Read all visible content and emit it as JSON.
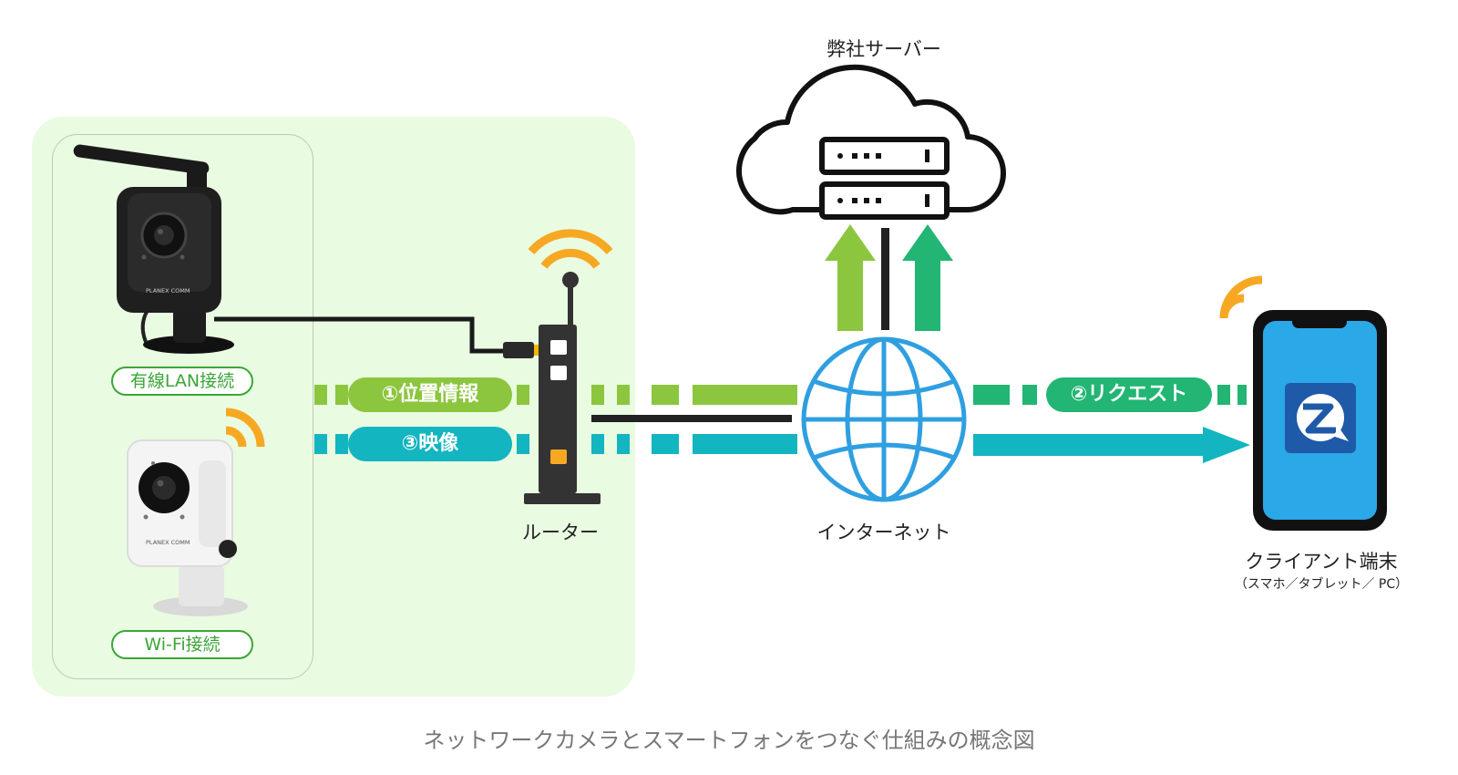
{
  "labels": {
    "wired": "有線LAN接続",
    "wifi": "Wi-Fi接続",
    "router": "ルーター",
    "internet": "インターネット",
    "server": "弊社サーバー",
    "client": "クライアント端末",
    "client_sub": "（スマホ／タブレット／ PC）",
    "caption": "ネットワークカメラとスマートフォンをつなぐ仕組みの概念図"
  },
  "flows": {
    "location": "①位置情報",
    "request": "②リクエスト",
    "video": "③映像"
  },
  "brand": {
    "camera_logo_1": "PLANEX COMM",
    "camera_logo_2": "PLANEX COMM"
  },
  "colors": {
    "lan_zone": "#e9fbe1",
    "green": "#8cc63f",
    "teal_green": "#22b573",
    "cyan": "#13b5c0",
    "wifi_orange": "#f7a823",
    "globe_blue": "#2f9fe0",
    "phone_screen": "#2aa8e8",
    "app_icon": "#1f5aa8",
    "router_dark": "#333333"
  }
}
